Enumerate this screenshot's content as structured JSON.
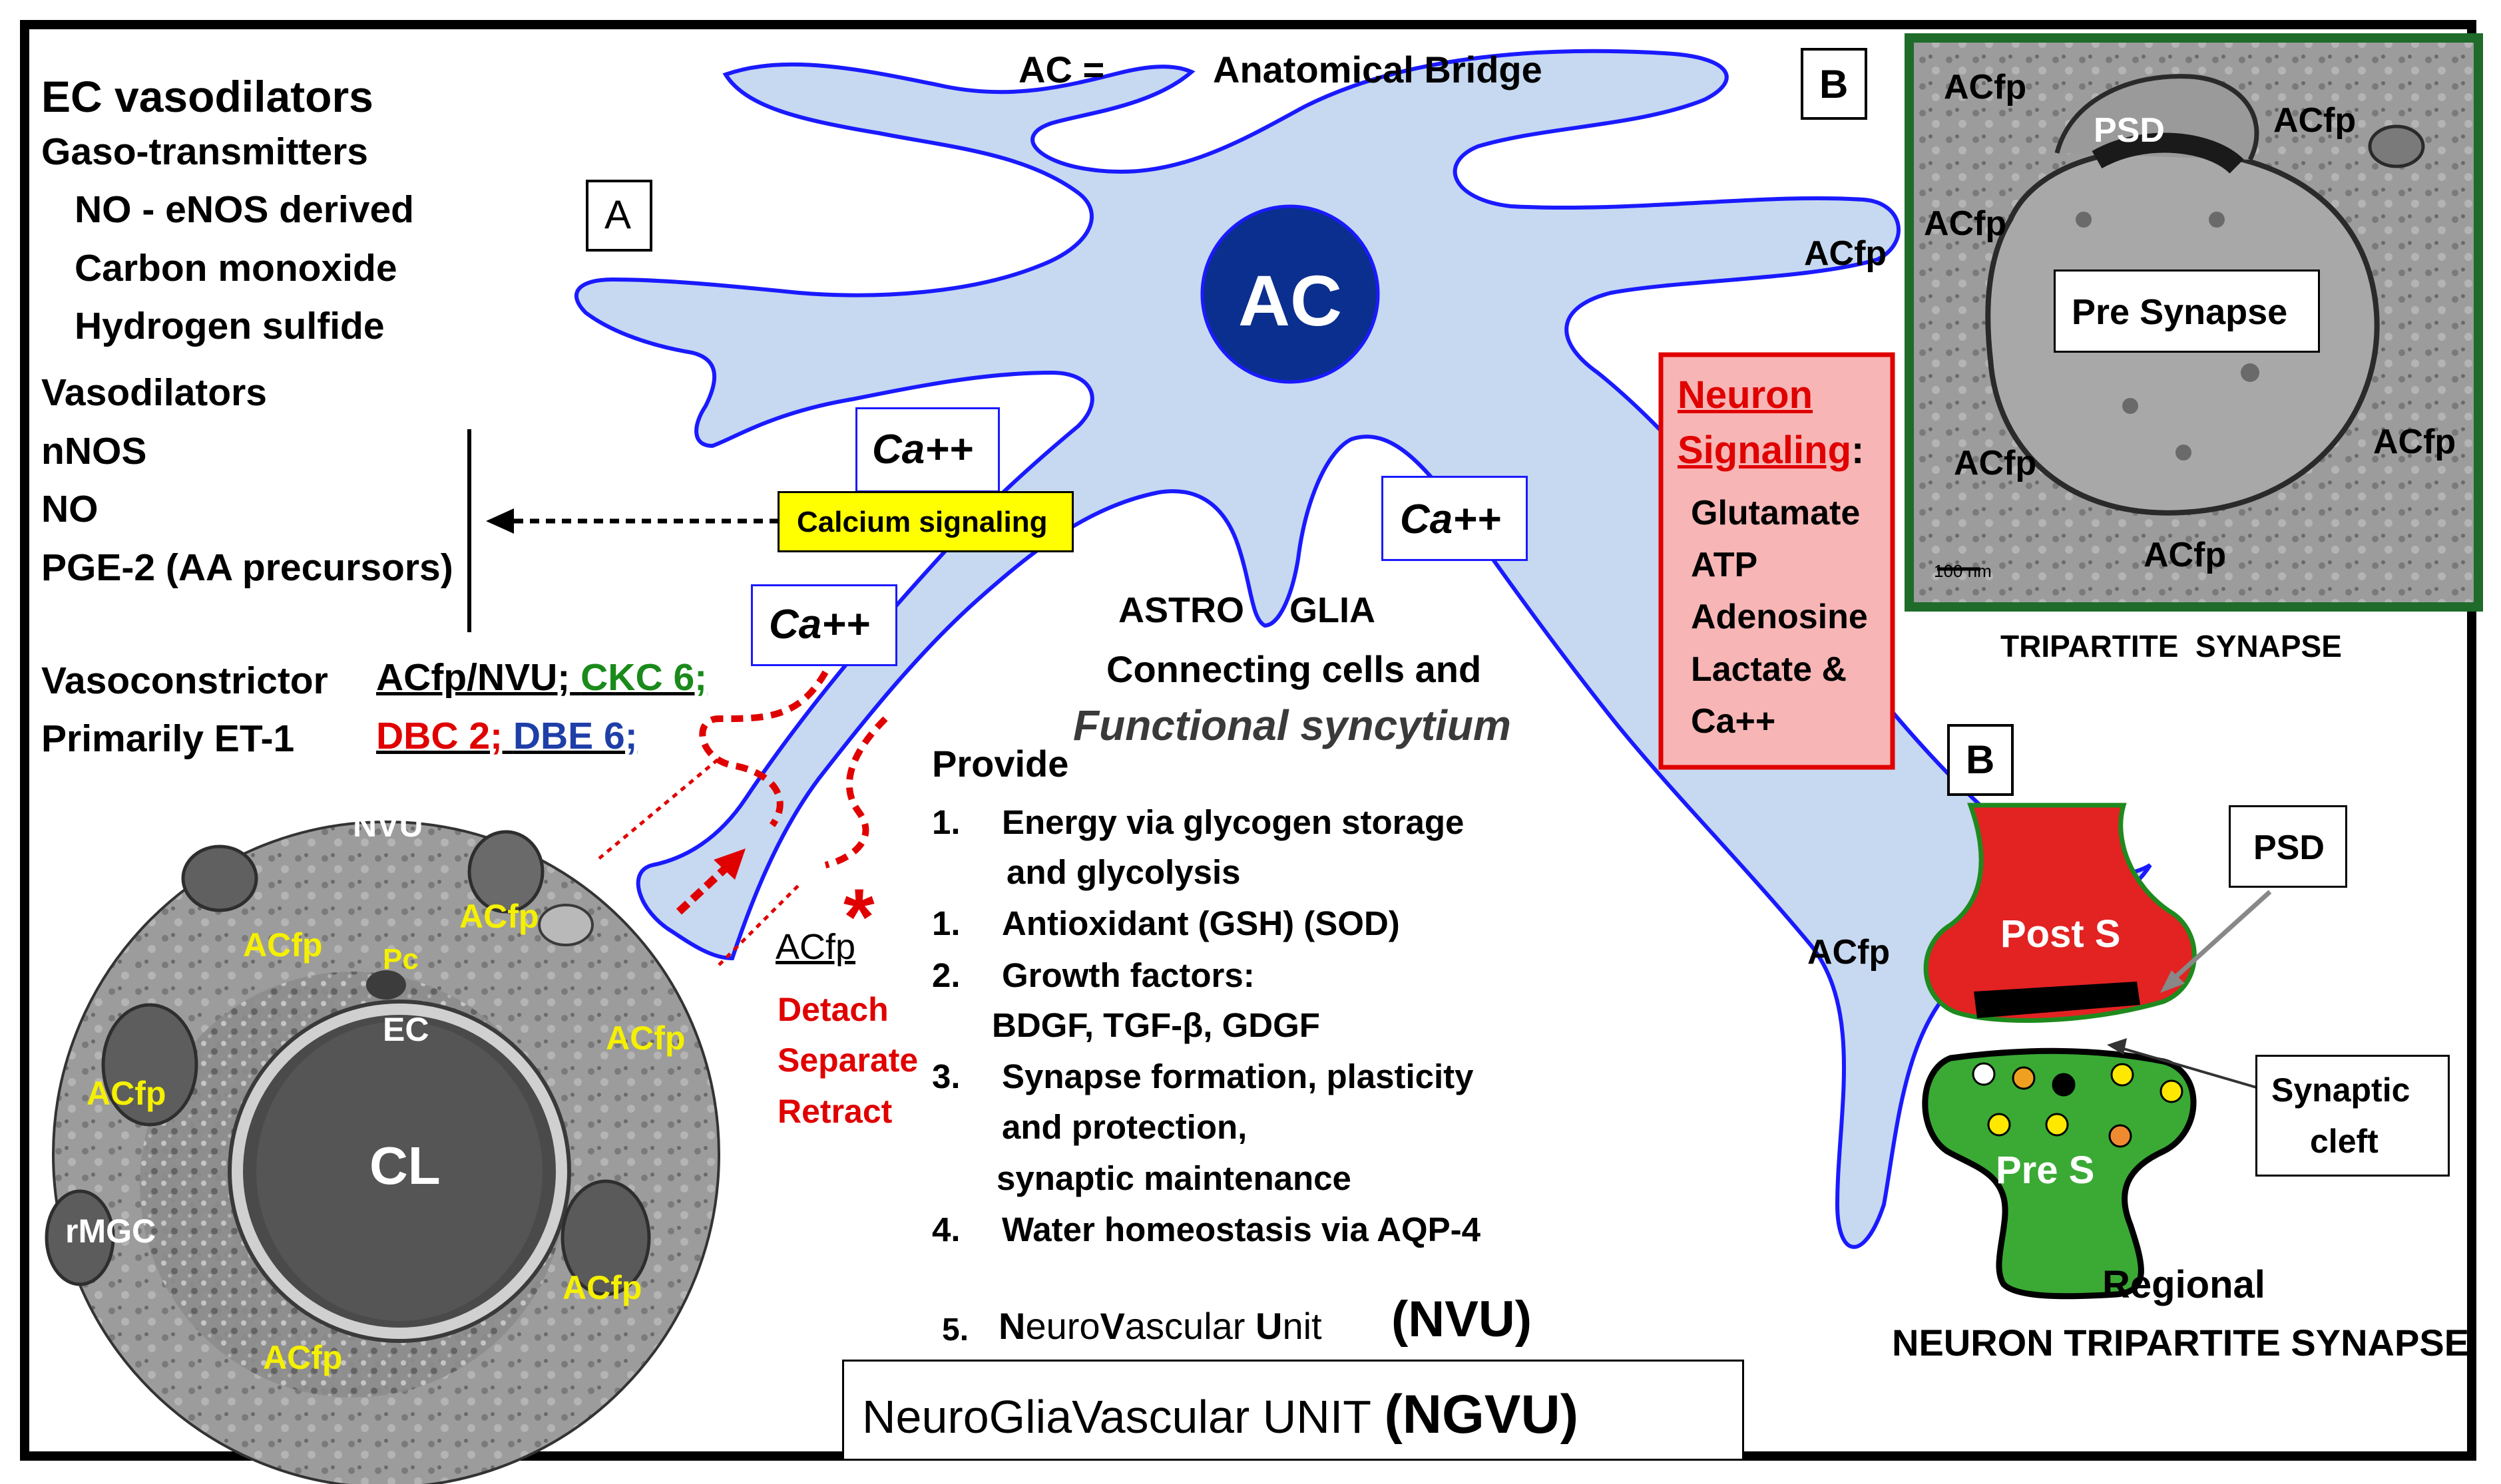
{
  "left_panel": {
    "title": "EC vasodilators",
    "gaso_header": "Gaso-transmitters",
    "gaso_items": [
      "NO - eNOS derived",
      "Carbon monoxide",
      "Hydrogen sulfide"
    ],
    "vasodilators_header": "Vasodilators",
    "vasodilator_items": [
      "nNOS",
      "NO",
      "PGE-2 (AA precursors)"
    ],
    "vasoconstrictor": "Vasoconstrictor",
    "primarily": "Primarily ET-1",
    "acfp_nvu": "ACfp/NVU;",
    "ckc": "CKC 6;",
    "dbc": "DBC 2;",
    "dbe": "DBE 6;"
  },
  "panel_a_label": "A",
  "panel_b_label_top": "B",
  "panel_b_label_bottom": "B",
  "astro": {
    "ac_equals": "AC =",
    "anatomical_bridge": "Anatomical Bridge",
    "ac": "AC",
    "acfp_right": "ACfp",
    "acfp_lower": "ACfp",
    "ca_labels": [
      "Ca++",
      "Ca++",
      "Ca++"
    ],
    "calcium_signaling": "Calcium signaling",
    "astro": "ASTRO",
    "glia": "GLIA",
    "connecting": "Connecting cells and",
    "functional": "Functional syncytium"
  },
  "detach": {
    "acfp": "ACfp",
    "detach": "Detach",
    "separate": "Separate",
    "retract": "Retract",
    "asterisk": "*"
  },
  "micrograph_labels": {
    "nvu": "NVU",
    "acfp": [
      "ACfp",
      "ACfp",
      "ACfp",
      "ACfp",
      "ACfp",
      "ACfp"
    ],
    "pc": "Pc",
    "ec": "EC",
    "cl": "CL",
    "rmgc": "rMGC"
  },
  "provide": {
    "header": "Provide",
    "items": [
      {
        "num": "1.",
        "lines": [
          "Energy via glycogen storage",
          "and glycolysis"
        ]
      },
      {
        "num": "1.",
        "lines": [
          "Antioxidant (GSH) (SOD)"
        ]
      },
      {
        "num": "2.",
        "lines": [
          "Growth factors:",
          "BDGF, TGF-β, GDGF"
        ]
      },
      {
        "num": "3.",
        "lines": [
          "Synapse formation, plasticity",
          "and protection,",
          "synaptic maintenance"
        ]
      },
      {
        "num": "4.",
        "lines": [
          "Water homeostasis via AQP-4"
        ]
      }
    ],
    "nvu_num": "5.",
    "nvu_parts": [
      "N",
      "euro",
      "V",
      "ascular ",
      "U",
      "nit"
    ],
    "nvu_abbrev": "(NVU)"
  },
  "ngvu": {
    "text": "NeuroGliaVascular UNIT",
    "abbrev": "(NGVU)"
  },
  "neuron_signaling": {
    "title_1": "Neuron",
    "title_2": "Signaling",
    "colon": ":",
    "items": [
      "Glutamate",
      "ATP",
      "Adenosine",
      "Lactate &",
      "Ca++"
    ]
  },
  "tripartite_em": {
    "labels": [
      "ACfp",
      "PSD",
      "ACfp",
      "ACfp",
      "ACfp",
      "ACfp",
      "ACfp"
    ],
    "pre_synapse": "Pre Synapse",
    "scale": "100 nm",
    "caption": "TRIPARTITE  SYNAPSE"
  },
  "synapse_diagram": {
    "post_s": "Post S",
    "pre_s": "Pre S",
    "psd": "PSD",
    "synaptic": "Synaptic",
    "cleft": "cleft",
    "regional": "Regional",
    "neuron_tripartite": "NEURON TRIPARTITE SYNAPSE"
  },
  "colors": {
    "astro_fill": "#c6d9f0",
    "astro_stroke": "#1a1aff",
    "ac_nucleus": "#0a2f8f",
    "post_s": "#e32222",
    "pre_s": "#3aaa35",
    "neuron_box_fill": "#f7b5b5",
    "neuron_box_border": "#e00000",
    "em_frame": "#1e6b2a",
    "calcium_fill": "#ffff00",
    "dotted_red": "#e00000"
  }
}
